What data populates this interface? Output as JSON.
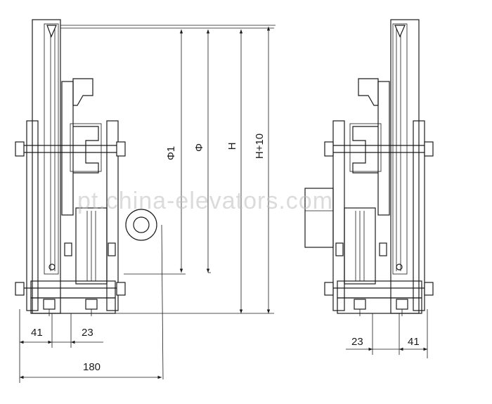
{
  "drawing": {
    "left_view": {
      "dimensions": {
        "d_41": "41",
        "d_23": "23",
        "d_180": "180",
        "phi1": "Φ1",
        "phi": "Φ",
        "h": "H",
        "h10": "H+10"
      }
    },
    "right_view": {
      "dimensions": {
        "d_23": "23",
        "d_41": "41"
      }
    },
    "watermark": "pt.china-elevators.com"
  }
}
